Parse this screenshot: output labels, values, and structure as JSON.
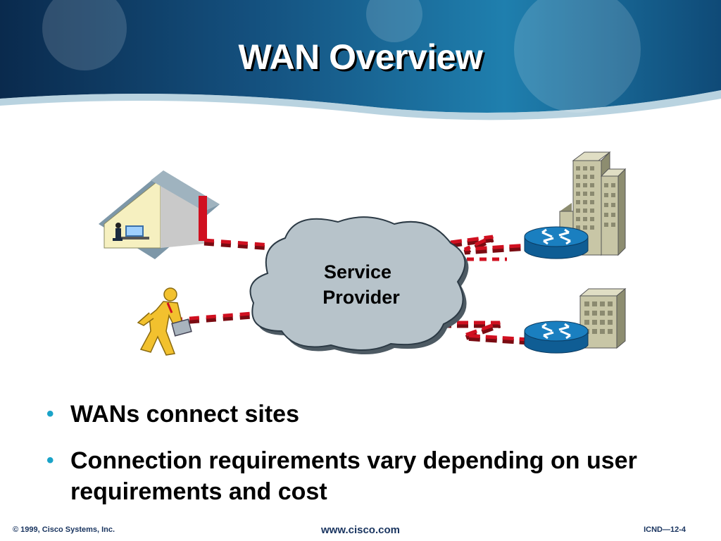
{
  "slide": {
    "title": "WAN Overview"
  },
  "diagram": {
    "cloud_label_line1": "Service",
    "cloud_label_line2": "Provider",
    "icons": [
      "home-office-icon",
      "mobile-user-icon",
      "router-icon",
      "office-building-icon",
      "cloud-icon"
    ],
    "colors": {
      "link_red": "#d01020",
      "router_blue": "#1a7fc0",
      "cloud_fill": "#b7c3ca",
      "person_yellow": "#f2c12e"
    }
  },
  "bullets": [
    "WANs connect sites",
    "Connection requirements vary depending on user requirements and cost"
  ],
  "footer": {
    "left": "© 1999, Cisco Systems, Inc.",
    "center": "www.cisco.com",
    "right": "ICND—12-4"
  },
  "theme": {
    "header_dark": "#0b2f55",
    "header_light": "#2f9cc6",
    "bullet_color": "#1aa3c8"
  }
}
